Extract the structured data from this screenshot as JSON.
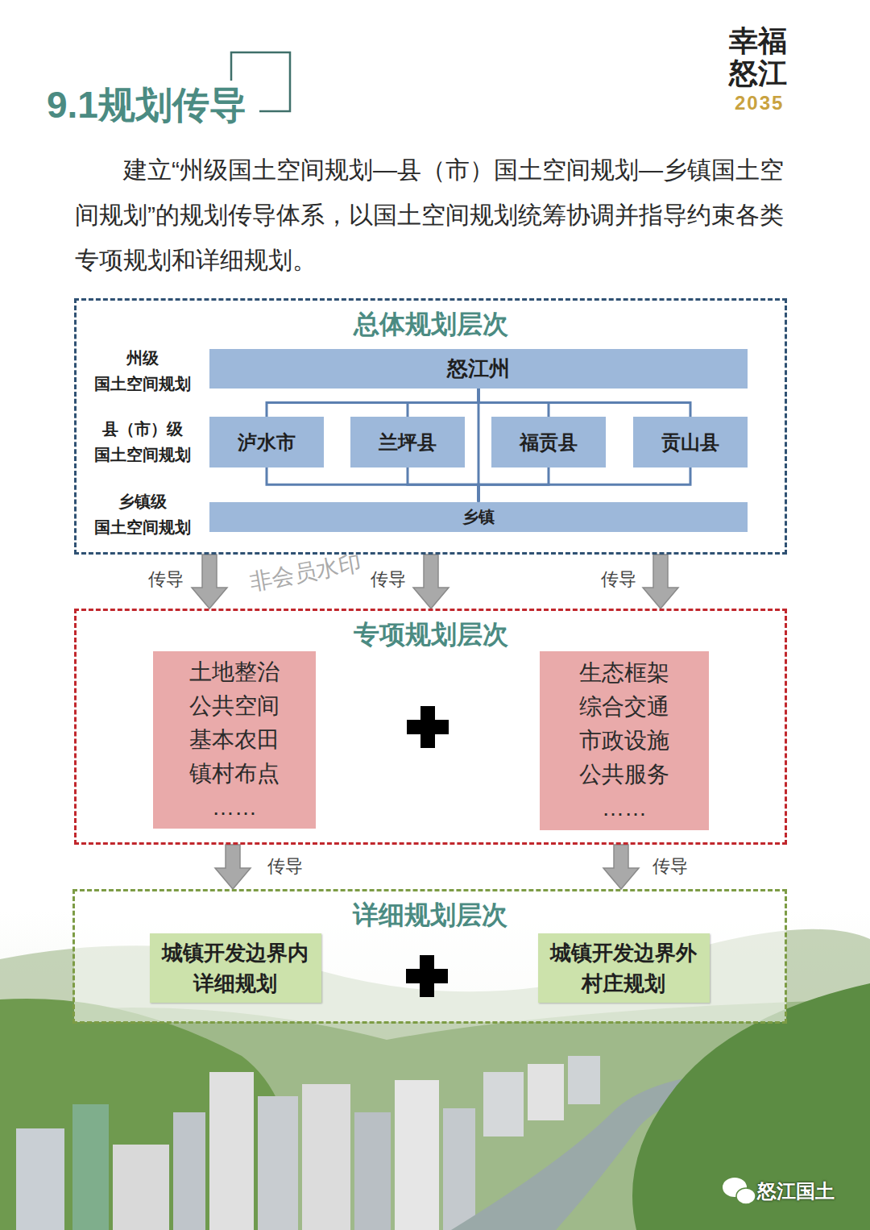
{
  "diagram": {
    "title": "9.1规划传导",
    "nodes": [
      {
        "text": [
          "总体规划层次"
        ]
      },
      {
        "text": [
          "怒江州"
        ],
        "in": 0
      },
      {
        "text": [
          "泸水市"
        ],
        "in": 0
      },
      {
        "text": [
          "兰坪县"
        ],
        "in": 0
      },
      {
        "text": [
          "福贡县"
        ],
        "in": 0
      },
      {
        "text": [
          "贡山县"
        ],
        "in": 0
      },
      {
        "text": [
          "乡镇"
        ],
        "in": 0
      },
      {
        "text": [
          "专项规划层次"
        ]
      },
      {
        "text": [
          "土地整治",
          "公共空间",
          "基本农田",
          "镇村布点",
          "……"
        ],
        "in": 7
      },
      {
        "text": [
          "生态框架",
          "综合交通",
          "市政设施",
          "公共服务",
          "……"
        ],
        "in": 7
      },
      {
        "text": [
          "详细规划层次"
        ]
      },
      {
        "text": [
          "城镇开发边界内 详细规划"
        ],
        "in": 10
      },
      {
        "text": [
          "城镇开发边界外 村庄规划"
        ],
        "in": 10
      }
    ],
    "edges": [
      {
        "from": 1,
        "to": 2,
        "arrow": "none"
      },
      {
        "from": 1,
        "to": 3,
        "arrow": "none"
      },
      {
        "from": 1,
        "to": 4,
        "arrow": "none"
      },
      {
        "from": 1,
        "to": 5,
        "arrow": "none"
      },
      {
        "from": 1,
        "to": 6,
        "arrow": "none"
      },
      {
        "from": 2,
        "to": 6,
        "arrow": "none"
      },
      {
        "from": 3,
        "to": 6,
        "arrow": "none"
      },
      {
        "from": 4,
        "to": 6,
        "arrow": "none"
      },
      {
        "from": 5,
        "to": 6,
        "arrow": "none"
      },
      {
        "from": 0,
        "to": 7,
        "label": "传导",
        "arrow": "to"
      },
      {
        "from": 0,
        "to": 7,
        "label": "传导",
        "arrow": "to"
      },
      {
        "from": 0,
        "to": 7,
        "label": "传导",
        "arrow": "to"
      },
      {
        "from": 7,
        "to": 10,
        "label": "传导",
        "arrow": "to"
      },
      {
        "from": 7,
        "to": 10,
        "label": "传导",
        "arrow": "to"
      }
    ],
    "labels": [
      "幸福怒江",
      "2035",
      "建立“州级国土空间规划—县（市）国土空间规划—乡镇国土空间规划”的规划传导体系，以国土空间规划统筹协调并指导约束各类专项规划和详细规划。",
      "州级 国土空间规划",
      "县（市）级 国土空间规划",
      "乡镇级 国土空间规划",
      "非会员水印",
      "怒江国土"
    ]
  }
}
